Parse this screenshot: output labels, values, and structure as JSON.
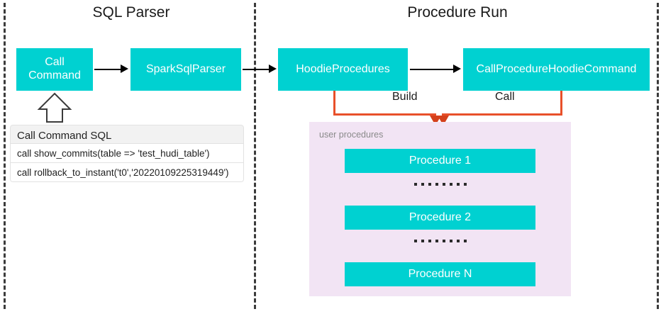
{
  "sections": {
    "left": {
      "title": "SQL Parser"
    },
    "right": {
      "title": "Procedure Run"
    }
  },
  "nodes": {
    "call_command": "Call\nCommand",
    "spark_sql_parser": "SparkSqlParser",
    "hoodie_procedures": "HoodieProcedures",
    "call_procedure_hoodie_command": "CallProcedureHoodieCommand"
  },
  "edges": {
    "build_label": "Build",
    "call_label": "Call"
  },
  "sql_table": {
    "header": "Call Command SQL",
    "rows": [
      "call show_commits(table => 'test_hudi_table')",
      "call rollback_to_instant('t0','20220109225319449')"
    ]
  },
  "user_procedures": {
    "label": "user procedures",
    "items": [
      "Procedure 1",
      "Procedure 2",
      "Procedure N"
    ],
    "ellipsis_dot_count": 8
  },
  "colors": {
    "node_fill": "#00d1d1",
    "node_text": "#ffffff",
    "panel_fill": "#f2e4f4",
    "edge_orange": "#e8502a",
    "edge_black": "#000000",
    "divider": "#3b3b3b"
  }
}
